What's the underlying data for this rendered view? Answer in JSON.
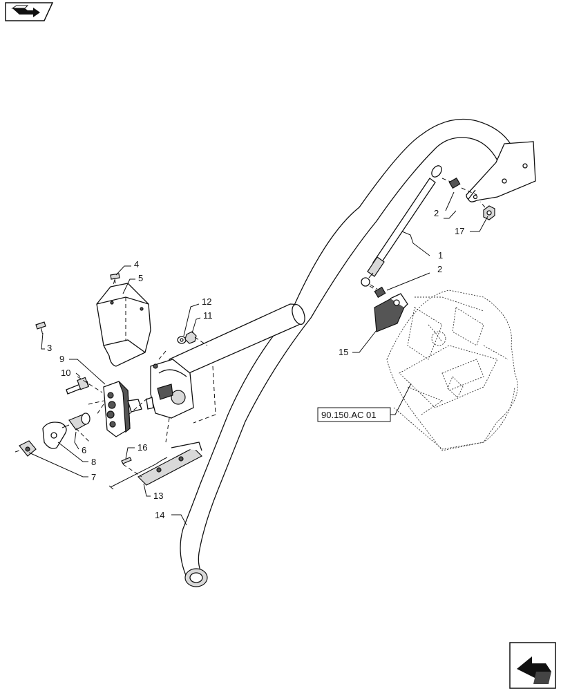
{
  "diagram": {
    "callouts": [
      {
        "id": "c1",
        "text": "1"
      },
      {
        "id": "c2a",
        "text": "2"
      },
      {
        "id": "c2b",
        "text": "2"
      },
      {
        "id": "c3",
        "text": "3"
      },
      {
        "id": "c4",
        "text": "4"
      },
      {
        "id": "c5",
        "text": "5"
      },
      {
        "id": "c6",
        "text": "6"
      },
      {
        "id": "c7",
        "text": "7"
      },
      {
        "id": "c8",
        "text": "8"
      },
      {
        "id": "c9",
        "text": "9"
      },
      {
        "id": "c10",
        "text": "10"
      },
      {
        "id": "c11",
        "text": "11"
      },
      {
        "id": "c12",
        "text": "12"
      },
      {
        "id": "c13",
        "text": "13"
      },
      {
        "id": "c14",
        "text": "14"
      },
      {
        "id": "c15",
        "text": "15"
      },
      {
        "id": "c16",
        "text": "16"
      },
      {
        "id": "c17",
        "text": "17"
      }
    ],
    "reference": "90.150.AC 01",
    "icons": {
      "top_left": "previous-page-arrow-icon",
      "bottom_right": "next-page-arrow-icon"
    }
  }
}
